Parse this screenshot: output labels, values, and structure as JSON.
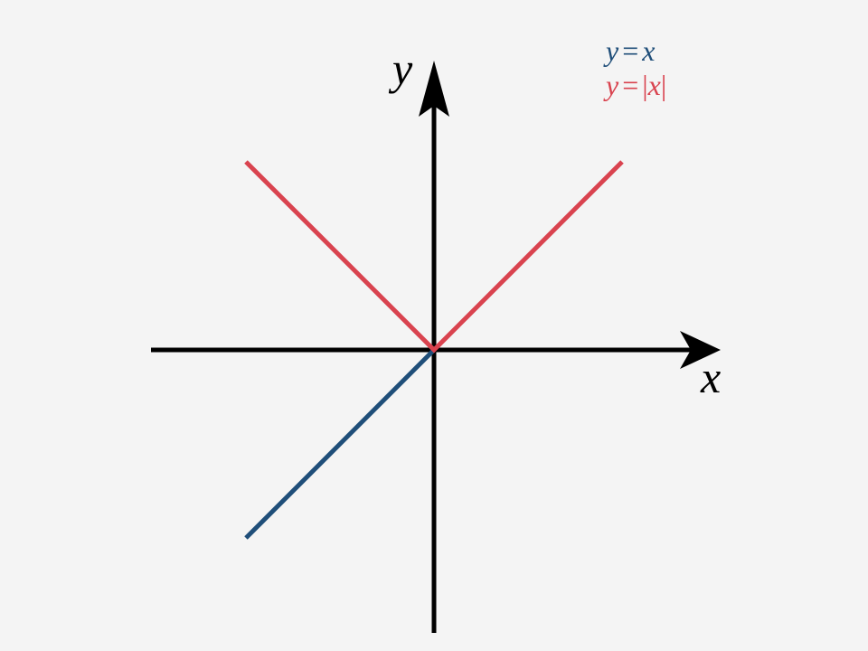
{
  "colors": {
    "background": "#f4f4f4",
    "axis": "#000000",
    "identity": "#1f4e79",
    "absolute": "#d9434f"
  },
  "chart_data": {
    "type": "line",
    "xlabel": "x",
    "ylabel": "y",
    "xlim": [
      -1.5,
      1.5
    ],
    "ylim": [
      -1.5,
      1.5
    ],
    "grid": false,
    "legend_position": "top-right",
    "series": [
      {
        "name": "y = x",
        "legend": {
          "lhs": "y",
          "eq": "=",
          "rhs": "x"
        },
        "color": "#1f4e79",
        "x": [
          -1,
          0
        ],
        "y": [
          -1,
          0
        ]
      },
      {
        "name": "y = |x|",
        "legend": {
          "lhs": "y",
          "eq": "=",
          "rhs_open": "|",
          "rhs_var": "x",
          "rhs_close": "|"
        },
        "color": "#d9434f",
        "x": [
          -1,
          0,
          1
        ],
        "y": [
          1,
          0,
          1
        ]
      }
    ]
  }
}
